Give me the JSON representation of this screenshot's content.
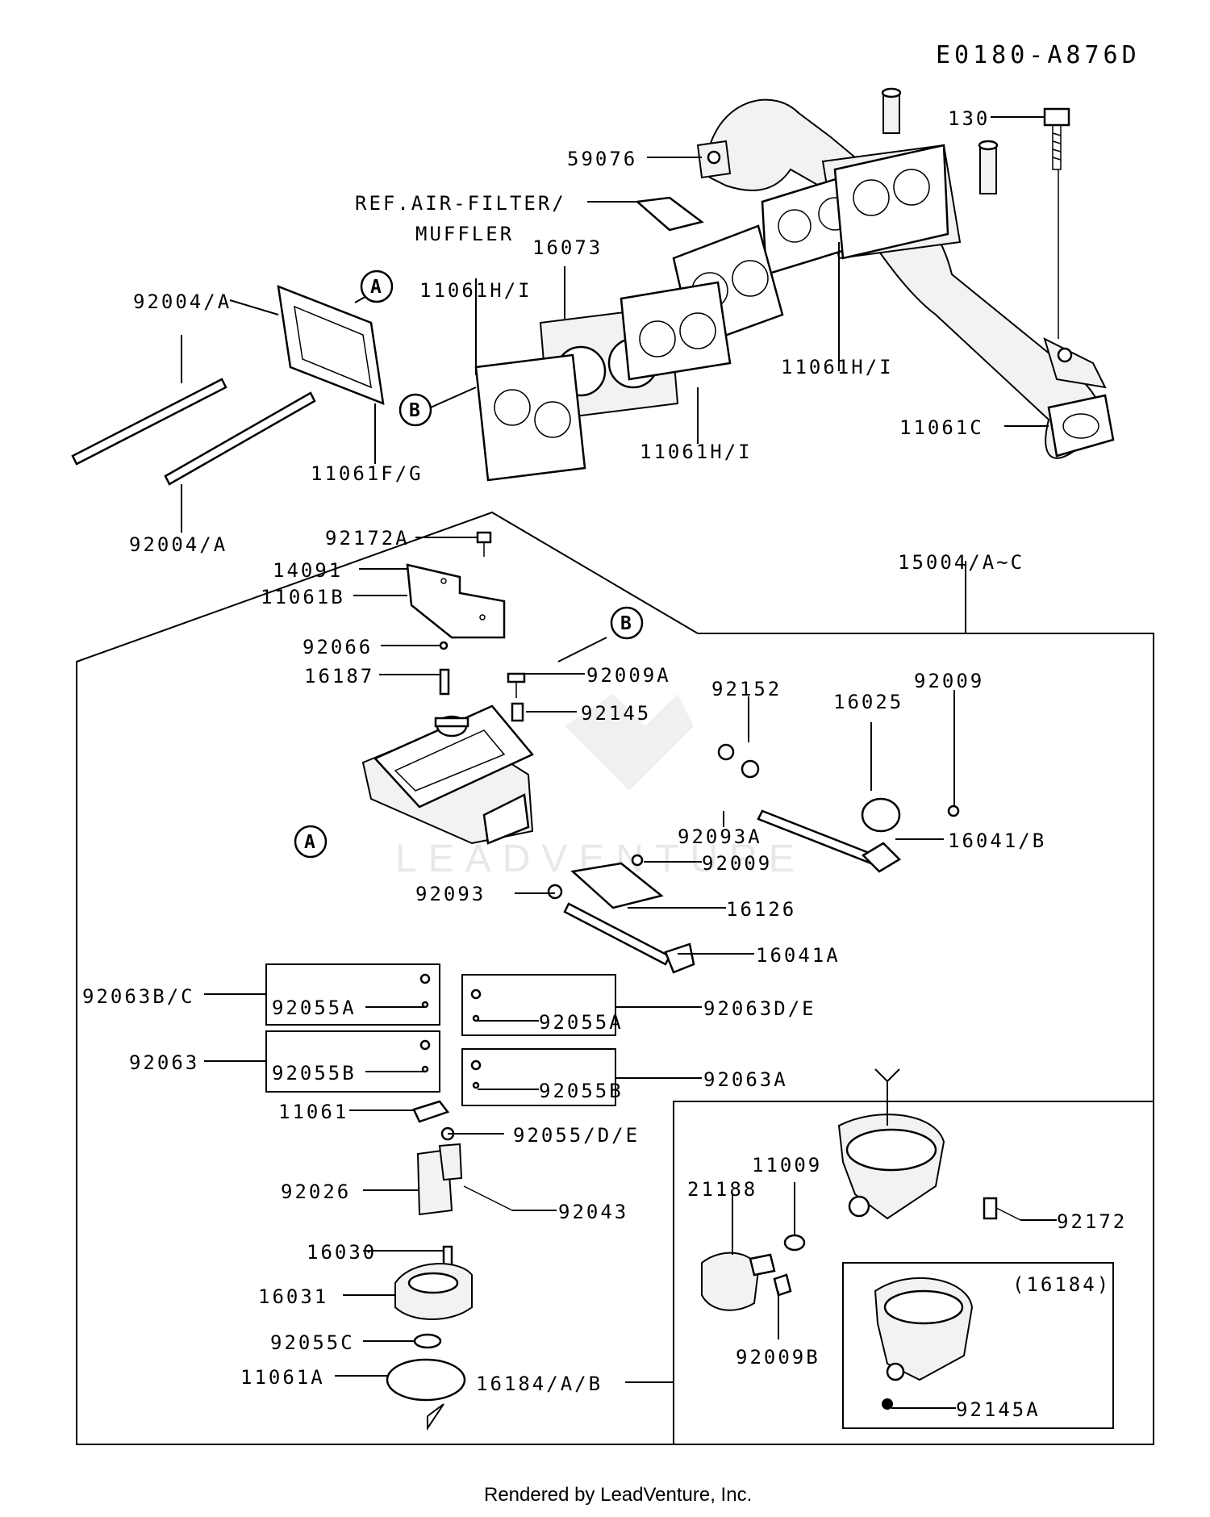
{
  "diagram_code": "E0180-A876D",
  "footer": "Rendered by LeadVenture, Inc.",
  "watermark": "LEADVENTURE",
  "callouts": {
    "A": "A",
    "B": "B"
  },
  "parts": {
    "p130": "130",
    "p59076": "59076",
    "ref_air_filter_1": "REF.AIR-FILTER/",
    "ref_air_filter_2": "MUFFLER",
    "p16073": "16073",
    "p92004a_top": "92004/A",
    "p11061hi_1": "11061H/I",
    "p11061hi_2": "11061H/I",
    "p11061hi_3": "11061H/I",
    "p11061c": "11061C",
    "p11061fg": "11061F/G",
    "p92004a_bottom": "92004/A",
    "p92172a": "92172A",
    "p14091": "14091",
    "p11061b": "11061B",
    "p15004": "15004/A~C",
    "p92066": "92066",
    "p16187": "16187",
    "p92009a": "92009A",
    "p92145": "92145",
    "p92152": "92152",
    "p16025": "16025",
    "p92009_top": "92009",
    "p92093a": "92093A",
    "p16041b": "16041/B",
    "p92009_mid": "92009",
    "p92093": "92093",
    "p16126": "16126",
    "p16041a": "16041A",
    "p92063bc": "92063B/C",
    "p92055a_1": "92055A",
    "p92055a_2": "92055A",
    "p92063de": "92063D/E",
    "p92063": "92063",
    "p92055b_1": "92055B",
    "p92055b_2": "92055B",
    "p92063a": "92063A",
    "p11061": "11061",
    "p92055de": "92055/D/E",
    "p92026": "92026",
    "p92043": "92043",
    "p16030": "16030",
    "p16031": "16031",
    "p92055c": "92055C",
    "p11061a": "11061A",
    "p16184ab": "16184/A/B",
    "p11009": "11009",
    "p21188": "21188",
    "p92172": "92172",
    "p16184": "(16184)",
    "p92009b": "92009B",
    "p92145a": "92145A"
  }
}
